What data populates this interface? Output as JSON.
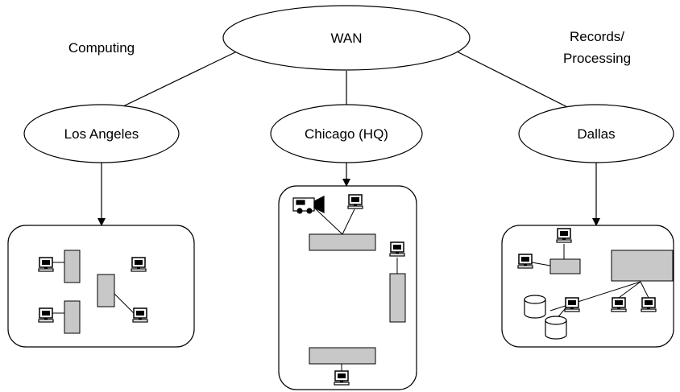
{
  "diagram": {
    "hub": {
      "label": "WAN"
    },
    "annotations": {
      "left": "Computing",
      "right_line1": "Records/",
      "right_line2": "Processing"
    },
    "sites": [
      {
        "label": "Los Angeles"
      },
      {
        "label": "Chicago (HQ)"
      },
      {
        "label": "Dallas"
      }
    ],
    "icons": {
      "workstation": "computer-icon",
      "camera": "video-camera-icon",
      "storage": "disk-storage-icon"
    },
    "colors": {
      "device_fill": "#c8c8c8",
      "stroke": "#000000",
      "background": "#ffffff"
    }
  }
}
